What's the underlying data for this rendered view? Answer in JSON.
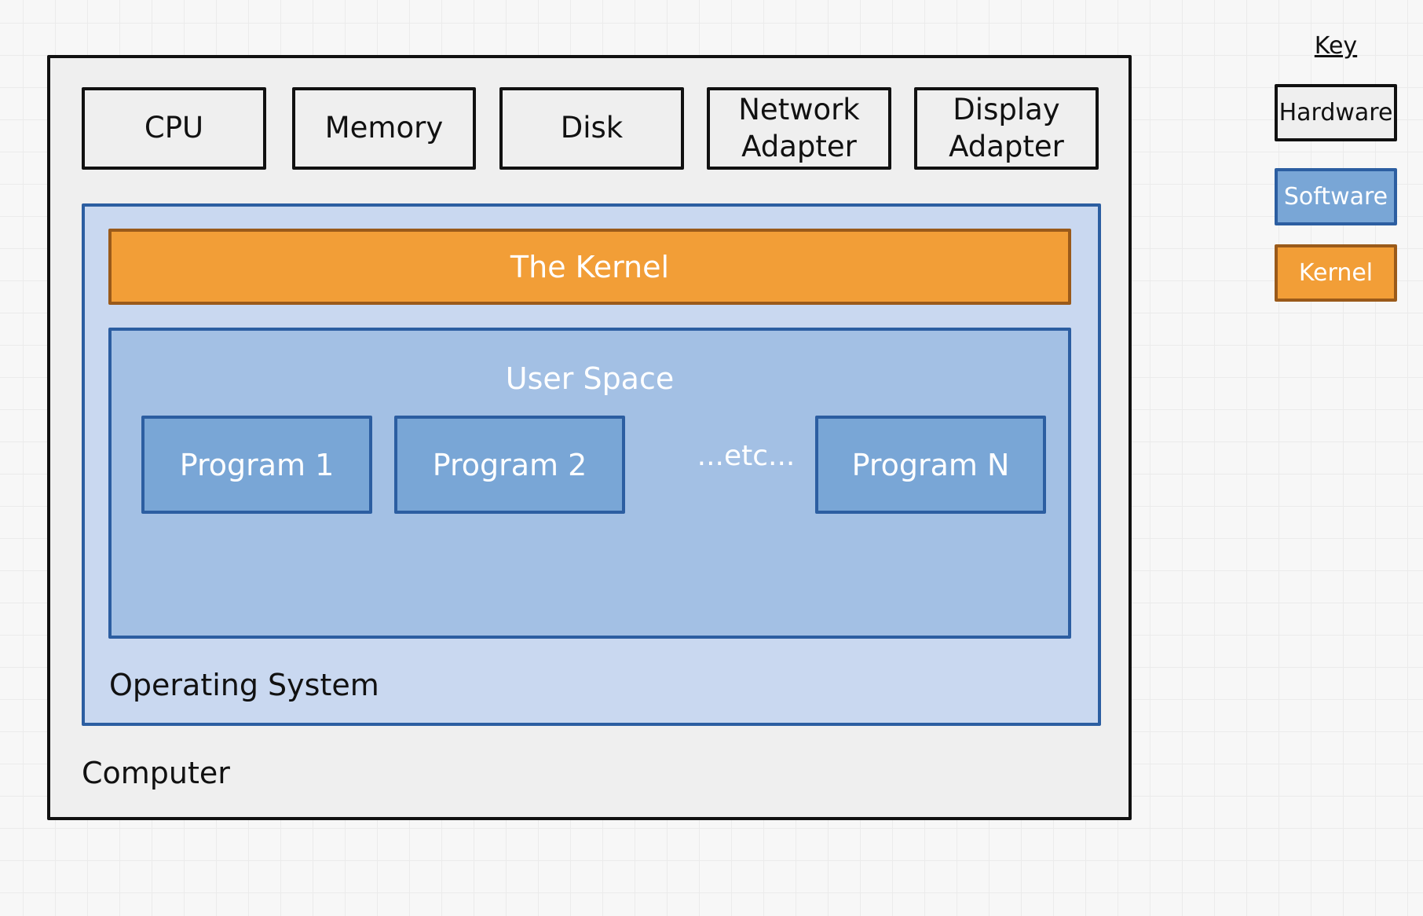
{
  "computer": {
    "label": "Computer"
  },
  "hardware": {
    "cpu": "CPU",
    "memory": "Memory",
    "disk": "Disk",
    "network_adapter": "Network\nAdapter",
    "display_adapter": "Display\nAdapter"
  },
  "operating_system": {
    "label": "Operating System",
    "kernel": "The Kernel",
    "user_space": {
      "label": "User Space",
      "programs": [
        "Program 1",
        "Program 2",
        "Program N"
      ],
      "etc": "...etc..."
    }
  },
  "key": {
    "title": "Key",
    "hardware": "Hardware",
    "software": "Software",
    "kernel": "Kernel"
  },
  "colors": {
    "hardware_fill": "#efefef",
    "hardware_stroke": "#111111",
    "os_fill": "#c9d8f0",
    "user_space_fill": "#a3c0e4",
    "software_fill": "#79a6d6",
    "software_stroke": "#2c5ea1",
    "kernel_fill": "#f29e37",
    "kernel_stroke": "#9a5a1a"
  }
}
